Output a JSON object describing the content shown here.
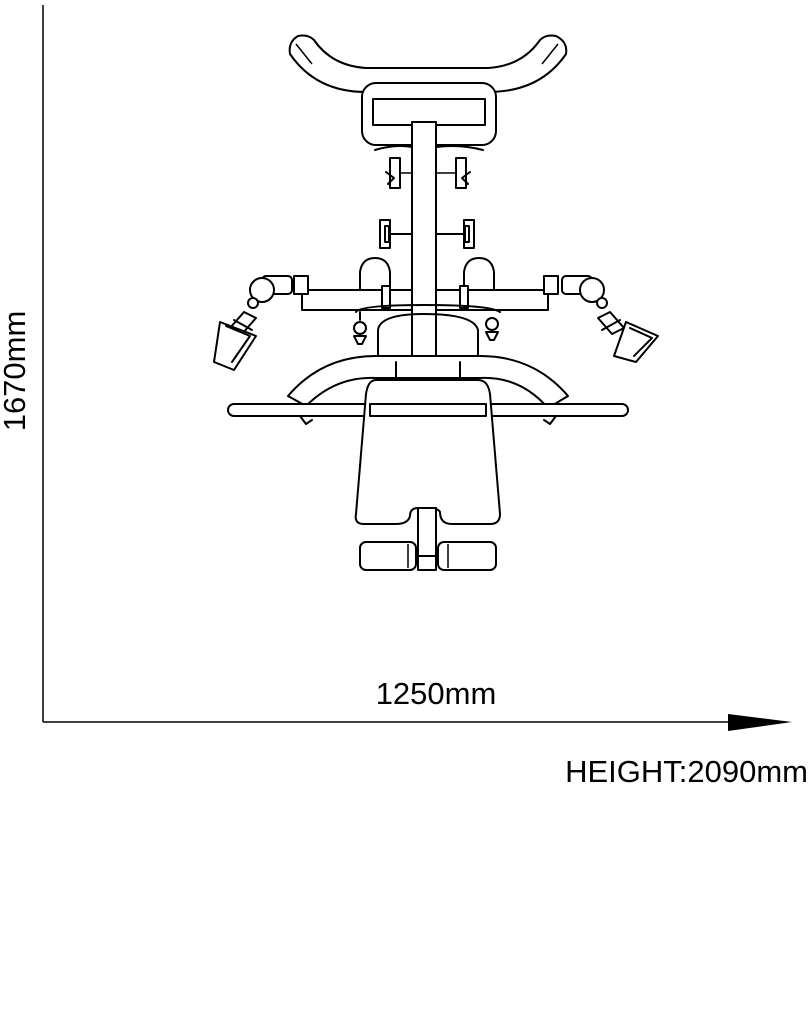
{
  "dimensions": {
    "depth_label": "1670mm",
    "width_label": "1250mm",
    "height_label": "HEIGHT:2090mm"
  },
  "colors": {
    "line": "#000000",
    "background": "#ffffff"
  }
}
